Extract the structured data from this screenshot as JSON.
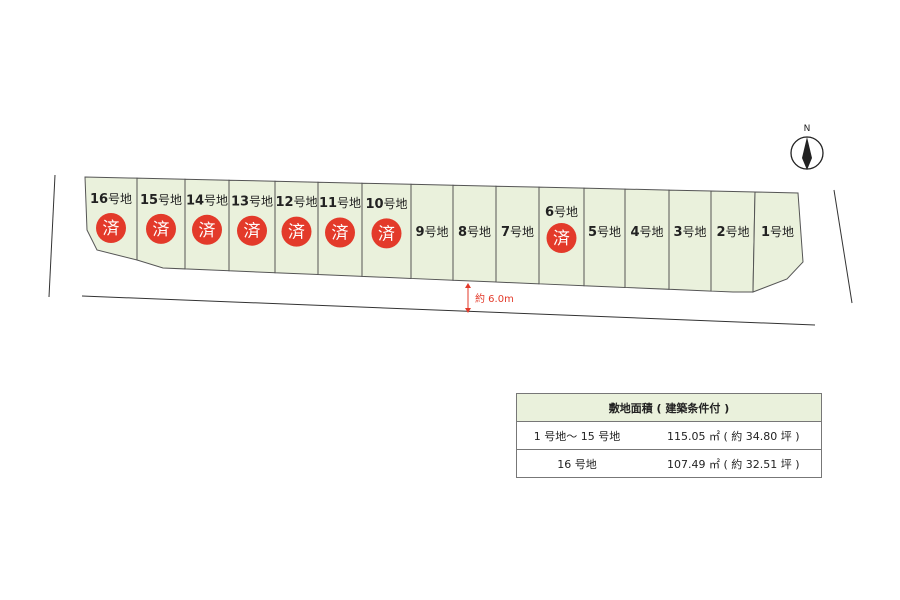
{
  "compass_label": "N",
  "road_width_label": "約 6.0m",
  "sold_mark": "済",
  "lot_suffix": "号地",
  "lots": [
    {
      "number": "16",
      "sold": true
    },
    {
      "number": "15",
      "sold": true
    },
    {
      "number": "14",
      "sold": true
    },
    {
      "number": "13",
      "sold": true
    },
    {
      "number": "12",
      "sold": true
    },
    {
      "number": "11",
      "sold": true
    },
    {
      "number": "10",
      "sold": true
    },
    {
      "number": "9",
      "sold": false
    },
    {
      "number": "8",
      "sold": false
    },
    {
      "number": "7",
      "sold": false
    },
    {
      "number": "6",
      "sold": true
    },
    {
      "number": "5",
      "sold": false
    },
    {
      "number": "4",
      "sold": false
    },
    {
      "number": "3",
      "sold": false
    },
    {
      "number": "2",
      "sold": false
    },
    {
      "number": "1",
      "sold": false
    }
  ],
  "area_table": {
    "title": "敷地面積 ( 建築条件付 )",
    "rows": [
      {
        "lots": "1 号地～ 15 号地",
        "area": "115.05 ㎡ ( 約 34.80 坪 )"
      },
      {
        "lots": "16 号地",
        "area": "107.49 ㎡ ( 約 32.51 坪 )"
      }
    ]
  },
  "colors": {
    "lot_fill": "#eaf1dc",
    "sold": "#e33a2a",
    "dimension": "#e33a2a"
  }
}
